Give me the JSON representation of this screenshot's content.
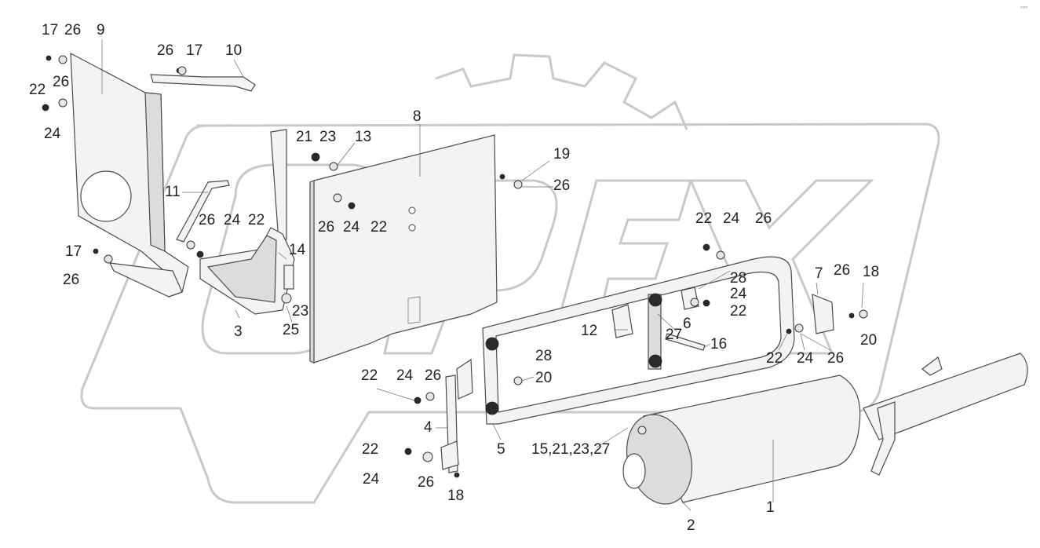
{
  "diagram": {
    "watermark_text": "OPEX",
    "corner_mark": "°°°",
    "labels": {
      "l17a": "17",
      "l26a": "26",
      "l9": "9",
      "l26b": "26",
      "l17b": "17",
      "l10": "10",
      "l22a": "22",
      "l26c": "26",
      "l24a": "24",
      "l8": "8",
      "l21a": "21",
      "l23a": "23",
      "l13": "13",
      "l19": "19",
      "l26d": "26",
      "l11": "11",
      "l26e": "26",
      "l24b": "24",
      "l22b": "22",
      "l26f": "26",
      "l24c": "24",
      "l22c": "22",
      "l22d": "22",
      "l24d": "24",
      "l26g": "26",
      "l17c": "17",
      "l26h": "26",
      "l14": "14",
      "l28a": "28",
      "l24e": "24",
      "l22e": "22",
      "l6": "6",
      "l7": "7",
      "l26i": "26",
      "l18a": "18",
      "l23b": "23",
      "l3": "3",
      "l25": "25",
      "l12": "12",
      "l27": "27",
      "l16": "16",
      "l20a": "20",
      "l22f": "22",
      "l24f": "24",
      "l26j": "26",
      "l28b": "28",
      "l20b": "20",
      "l22g": "22",
      "l24g": "24",
      "l26k": "26",
      "l4": "4",
      "l5": "5",
      "l15": "15,21,23,27",
      "l22h": "22",
      "l24h": "24",
      "l26l": "26",
      "l18b": "18",
      "l1": "1",
      "l2": "2"
    }
  }
}
